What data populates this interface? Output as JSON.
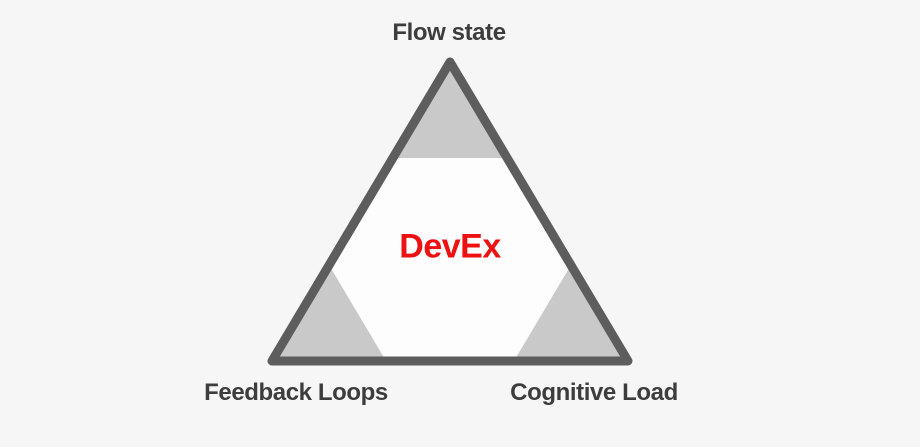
{
  "diagram": {
    "type": "triangle-concept-diagram",
    "center": {
      "label": "DevEx"
    },
    "vertices": {
      "top": {
        "label": "Flow state"
      },
      "bottom_left": {
        "label": "Feedback Loops"
      },
      "bottom_right": {
        "label": "Cognitive Load"
      }
    },
    "colors": {
      "background": "#f6f6f6",
      "triangle_outline": "#5d5d5d",
      "triangle_fill": "#fdfdfd",
      "corner_shade": "#c9c9c9",
      "vertex_label_text": "#3d3d3d",
      "center_label_text": "#ee1111"
    }
  }
}
